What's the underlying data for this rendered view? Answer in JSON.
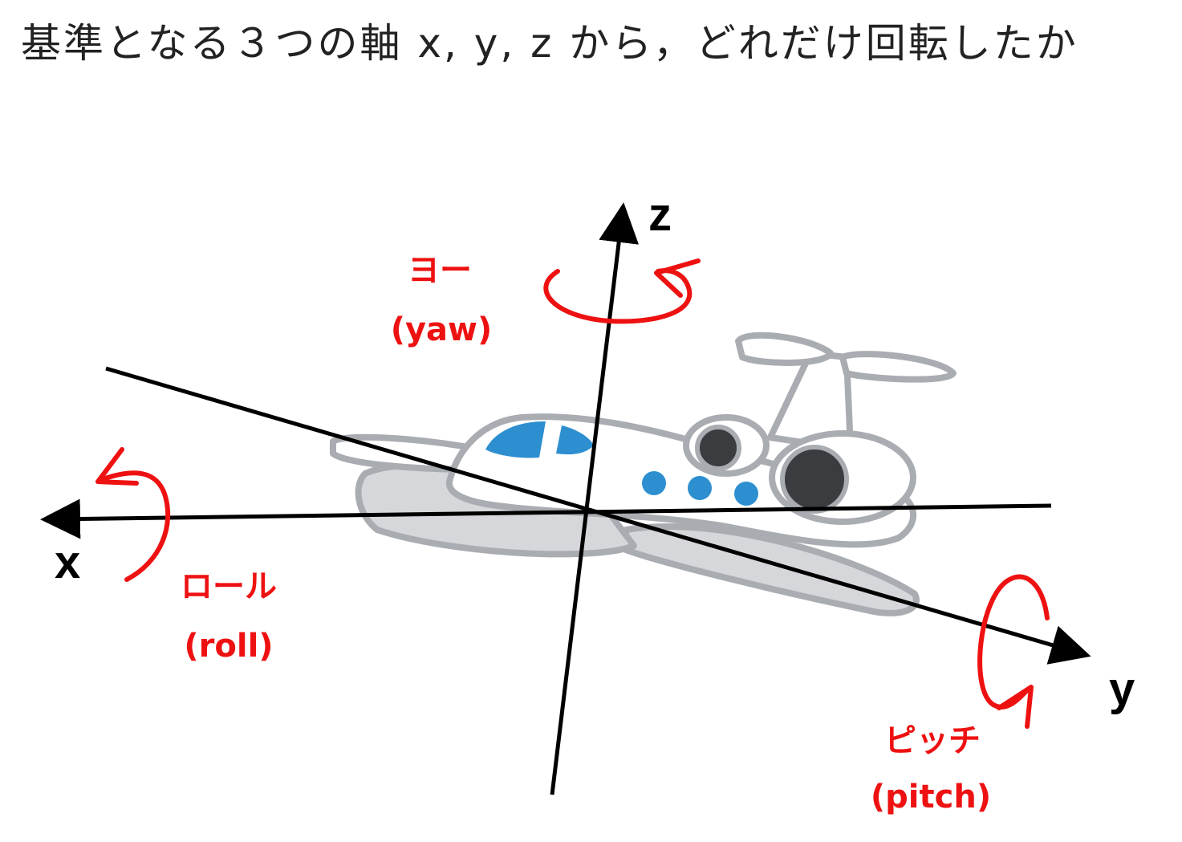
{
  "title": "基準となる３つの軸 x, y, z から，どれだけ回転したか",
  "colors": {
    "axis": "#000000",
    "rotation": "#ee1111",
    "plane_outline": "#a9adb2",
    "plane_body": "#ffffff",
    "plane_window": "#2e8fd0",
    "plane_shadow": "#d5d7da",
    "engine": "#3a3d40"
  },
  "axes": {
    "x": "x",
    "y": "y",
    "z": "z"
  },
  "rotations": {
    "yaw": {
      "jp": "ヨー",
      "en": "(yaw)"
    },
    "roll": {
      "jp": "ロール",
      "en": "(roll)"
    },
    "pitch": {
      "jp": "ピッチ",
      "en": "(pitch)"
    }
  },
  "icons": {
    "plane": "airplane-illustration",
    "yaw_arrow": "curved-arrow-icon",
    "roll_arrow": "curved-arrow-icon",
    "pitch_arrow": "curved-arrow-icon"
  }
}
